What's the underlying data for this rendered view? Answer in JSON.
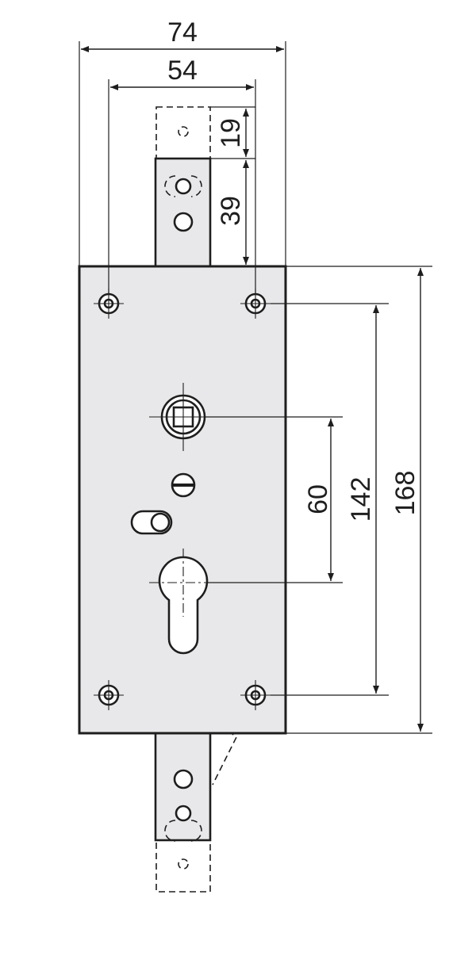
{
  "dimensions": {
    "width_overall": "74",
    "width_holes": "54",
    "bolt_top_extension": "19",
    "bolt_top_height": "39",
    "spindle_to_cylinder": "60",
    "fixing_hole_spacing": "142",
    "case_height": "168"
  },
  "colors": {
    "case_fill": "#e8e8ea",
    "line": "#1e1e1e",
    "background": "#ffffff"
  },
  "icons": {
    "spindle": "square-follower-icon",
    "cylinder": "euro-profile-cylinder-icon"
  }
}
